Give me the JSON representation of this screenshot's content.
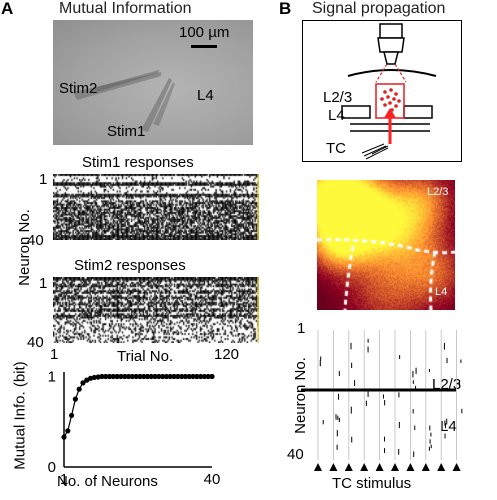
{
  "panel_a": {
    "letter": "A",
    "title": "Mutual Information",
    "micrograph": {
      "scale_label": "100 µm",
      "labels": [
        "Stim2",
        "L4",
        "Stim1"
      ]
    },
    "raster1": {
      "title": "Stim1 responses"
    },
    "raster2": {
      "title": "Stim2 responses"
    },
    "raster_ylabel": "Neuron No.",
    "raster_y_ticks": [
      "1",
      "40"
    ],
    "raster_x_ticks": [
      "1",
      "120"
    ],
    "raster_xlabel": "Trial No."
  },
  "chart_data": {
    "type": "line",
    "ylabel": "Mutual Info. (bit)",
    "xlabel": "No. of Neurons",
    "xlim": [
      1,
      40
    ],
    "ylim": [
      0,
      1.05
    ],
    "x_ticks": [
      "1",
      "40"
    ],
    "y_ticks": [
      "0",
      "1"
    ],
    "x": [
      1,
      2,
      3,
      4,
      5,
      6,
      7,
      8,
      9,
      10,
      11,
      12,
      13,
      14,
      15,
      16,
      17,
      18,
      19,
      20,
      21,
      22,
      23,
      24,
      25,
      26,
      27,
      28,
      29,
      30,
      31,
      32,
      33,
      34,
      35,
      36,
      37,
      38,
      39,
      40
    ],
    "y": [
      0.33,
      0.4,
      0.57,
      0.75,
      0.86,
      0.93,
      0.96,
      0.98,
      0.99,
      0.995,
      1,
      1,
      1,
      1,
      1,
      1,
      1,
      1,
      1,
      1,
      1,
      1,
      1,
      1,
      1,
      1,
      1,
      1,
      1,
      1,
      1,
      1,
      1,
      1,
      1,
      1,
      1,
      1,
      1,
      1
    ]
  },
  "panel_b": {
    "letter": "B",
    "title": "Signal propagation",
    "schematic_labels": [
      "L2/3",
      "L4",
      "TC"
    ],
    "heatmap_labels": [
      "L2/3",
      "L4"
    ],
    "raster_ylabel": "Neuron No.",
    "raster_y_ticks": [
      "1",
      "40"
    ],
    "layer_labels": [
      "L2/3",
      "L4"
    ],
    "stimulus_label": "TC stimulus",
    "stimulus_count": 10
  },
  "colors": {
    "accent_red": "#e02020",
    "laser_red": "#ff2020",
    "yellow_edge": "#e8d048"
  }
}
